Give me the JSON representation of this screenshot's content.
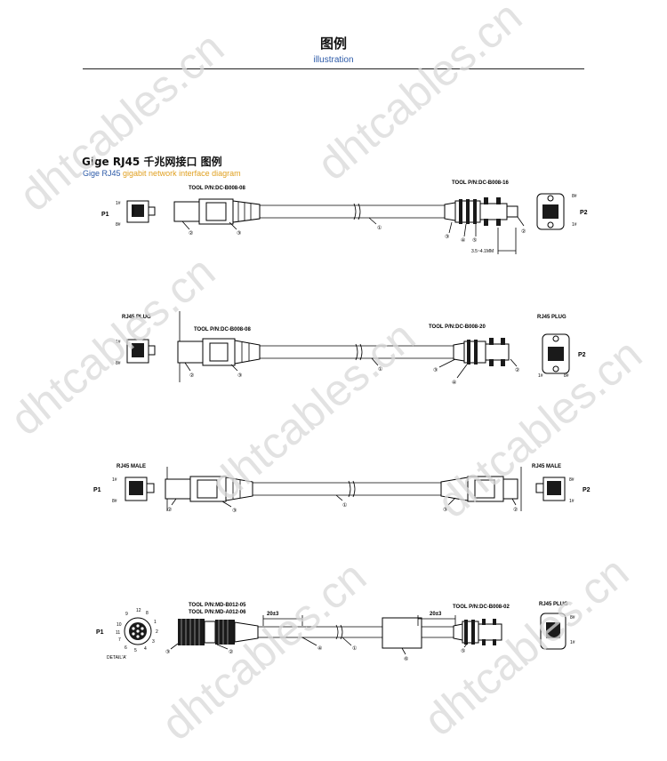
{
  "header": {
    "title": "图例",
    "subtitle": "illustration"
  },
  "section": {
    "title": "Gige RJ45 千兆网接口  图例",
    "subtitle_part1": "Gige RJ45",
    "subtitle_part2": " gigabit network interface diagram"
  },
  "watermark": "dhtcables.cn",
  "diagram1": {
    "left_port": "P1",
    "right_port": "P2",
    "tool_left": "TOOL P/N:DC-B008-08",
    "tool_right": "TOOL P/N:DC-B008-16",
    "pin1": "1#",
    "pin8": "8#",
    "dimension": "3.5~4.1MM",
    "callouts": [
      "②",
      "③",
      "①",
      "③",
      "④",
      "⑤",
      "②"
    ]
  },
  "diagram2": {
    "left_title": "RJ45 PLUG",
    "right_title": "RJ45 PLUG",
    "right_port": "P2",
    "tool_left": "TOOL P/N:DC-B008-08",
    "tool_right": "TOOL P/N:DC-B008-20",
    "pin1": "1#",
    "pin8": "8#",
    "callouts": [
      "②",
      "③",
      "①",
      "③",
      "④",
      "②"
    ]
  },
  "diagram3": {
    "left_title": "RJ45 MALE",
    "right_title": "RJ45 MALE",
    "left_port": "P1",
    "right_port": "P2",
    "pin1": "1#",
    "pin8": "8#",
    "callouts": [
      "②",
      "③",
      "①",
      "③",
      "②"
    ]
  },
  "diagram4": {
    "left_port": "P1",
    "detail": "DETAIL'A'",
    "tool_left_1": "TOOL P/N:MD-B012-05",
    "tool_left_2": "TOOL P/N:MD-A012-06",
    "tool_right": "TOOL P/N:DC-B008-02",
    "right_title": "RJ45 PLUG",
    "dim_left": "20±3",
    "dim_right": "20±3",
    "pin1": "1#",
    "pin8": "8#",
    "callouts": [
      "③",
      "②",
      "④",
      "①",
      "⑥",
      "⑤"
    ],
    "pin_numbers": [
      "12",
      "8",
      "9",
      "1",
      "2",
      "3",
      "4",
      "5",
      "6",
      "7",
      "10",
      "11"
    ]
  }
}
